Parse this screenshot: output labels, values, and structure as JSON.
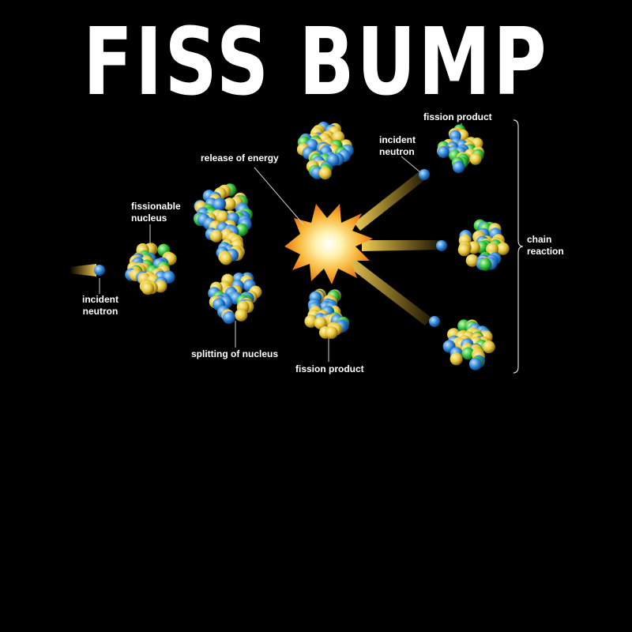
{
  "title": "FISS BUMP",
  "labels": {
    "incident_neutron_left": "incident\nneutron",
    "fissionable_nucleus": "fissionable\nnucleus",
    "splitting_of_nucleus": "splitting of nucleus",
    "release_of_energy": "release of energy",
    "fission_product_bottom": "fission product",
    "fission_product_top": "fission product",
    "incident_neutron_right": "incident\nneutron",
    "chain_reaction": "chain\nreaction"
  },
  "colors": {
    "background": "#000000",
    "text": "#ffffff",
    "proton": "#e6c53a",
    "neutron": "#2f86d8",
    "green_nucleon": "#2fbf3a",
    "neutron_trail": "#e0b12a",
    "explosion_outer": "#f39a1e",
    "explosion_inner": "#fff3b0"
  }
}
